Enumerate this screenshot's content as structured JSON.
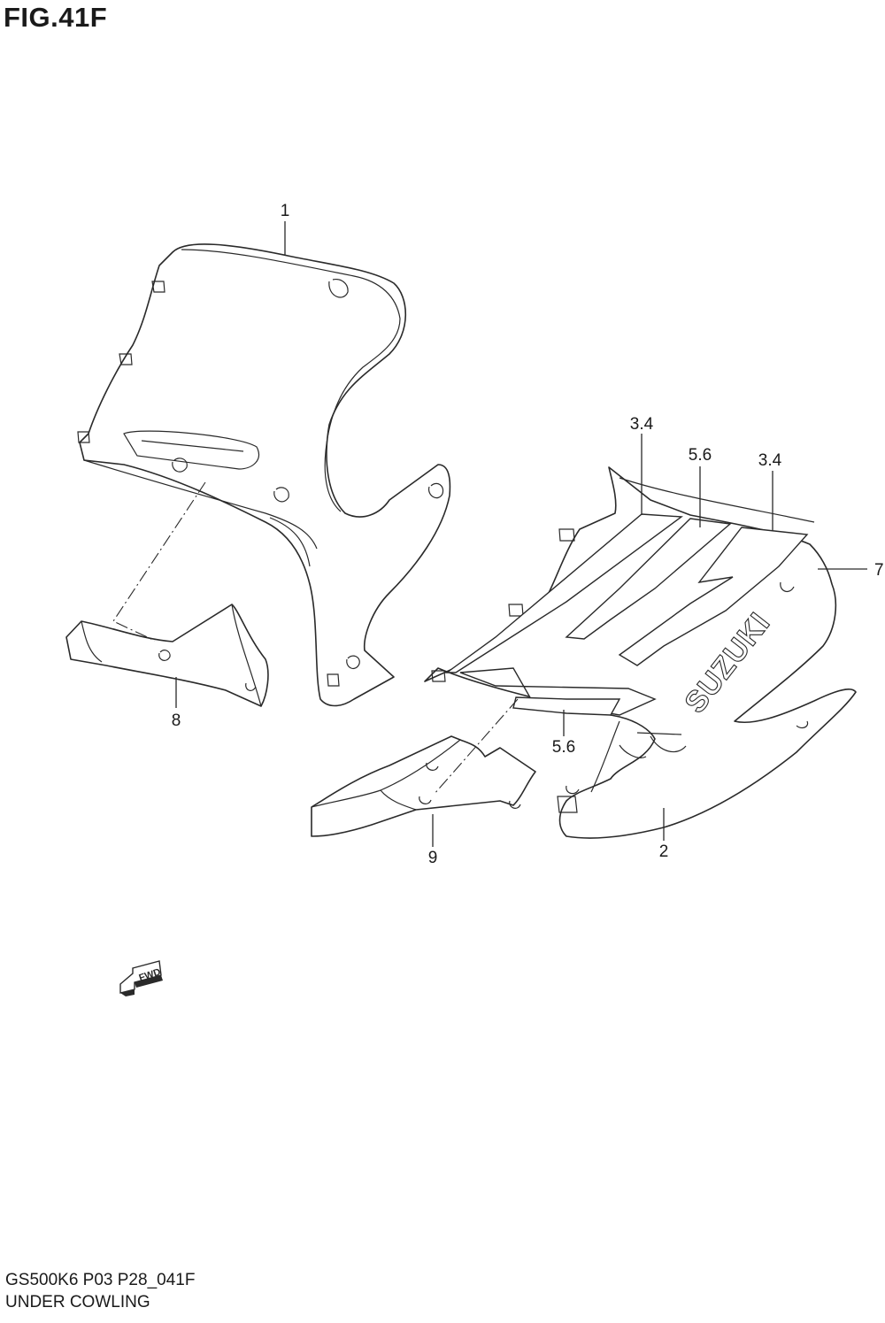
{
  "figure": {
    "title": "FIG.41F"
  },
  "footer": {
    "code": "GS500K6 P03 P28_041F",
    "name": "UNDER COWLING"
  },
  "callouts": {
    "c1": "1",
    "c2": "2",
    "c34a": "3.4",
    "c34b": "3.4",
    "c56a": "5.6",
    "c56b": "5.6",
    "c7": "7",
    "c8": "8",
    "c9": "9"
  },
  "logo": {
    "text": "SUZUKI"
  },
  "direction_marker": {
    "text": "FWD",
    "icon": "forward-arrow-icon"
  }
}
